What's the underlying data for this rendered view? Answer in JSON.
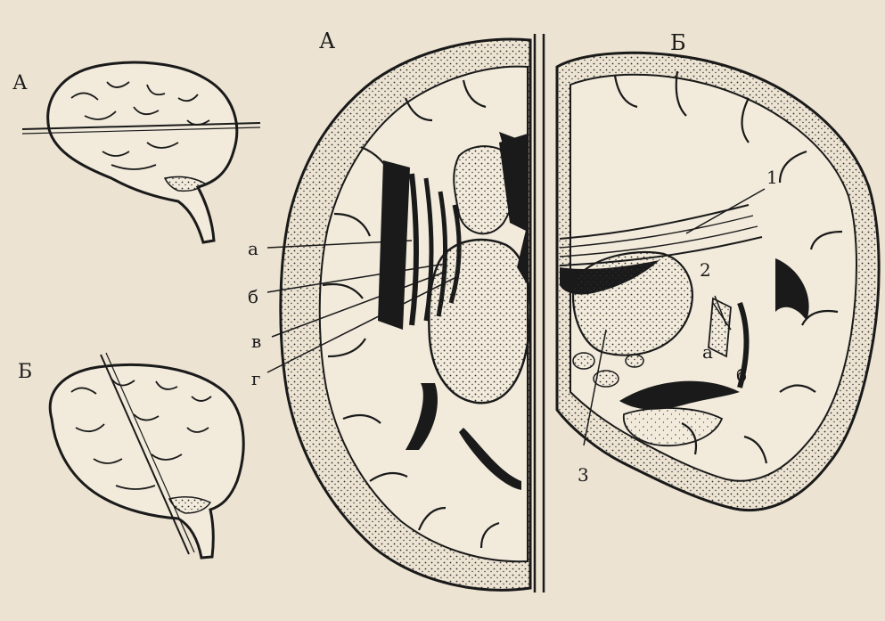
{
  "figure": {
    "small_views": {
      "top_label": "А",
      "bottom_label": "Б"
    },
    "section_a": {
      "label": "А",
      "callouts": [
        "а",
        "б",
        "в",
        "г"
      ]
    },
    "section_b": {
      "label": "Б",
      "callouts": [
        "1",
        "2",
        "3",
        "а",
        "б"
      ]
    }
  },
  "colors": {
    "paper": "#ece3d2",
    "ink": "#1a1a1a"
  }
}
